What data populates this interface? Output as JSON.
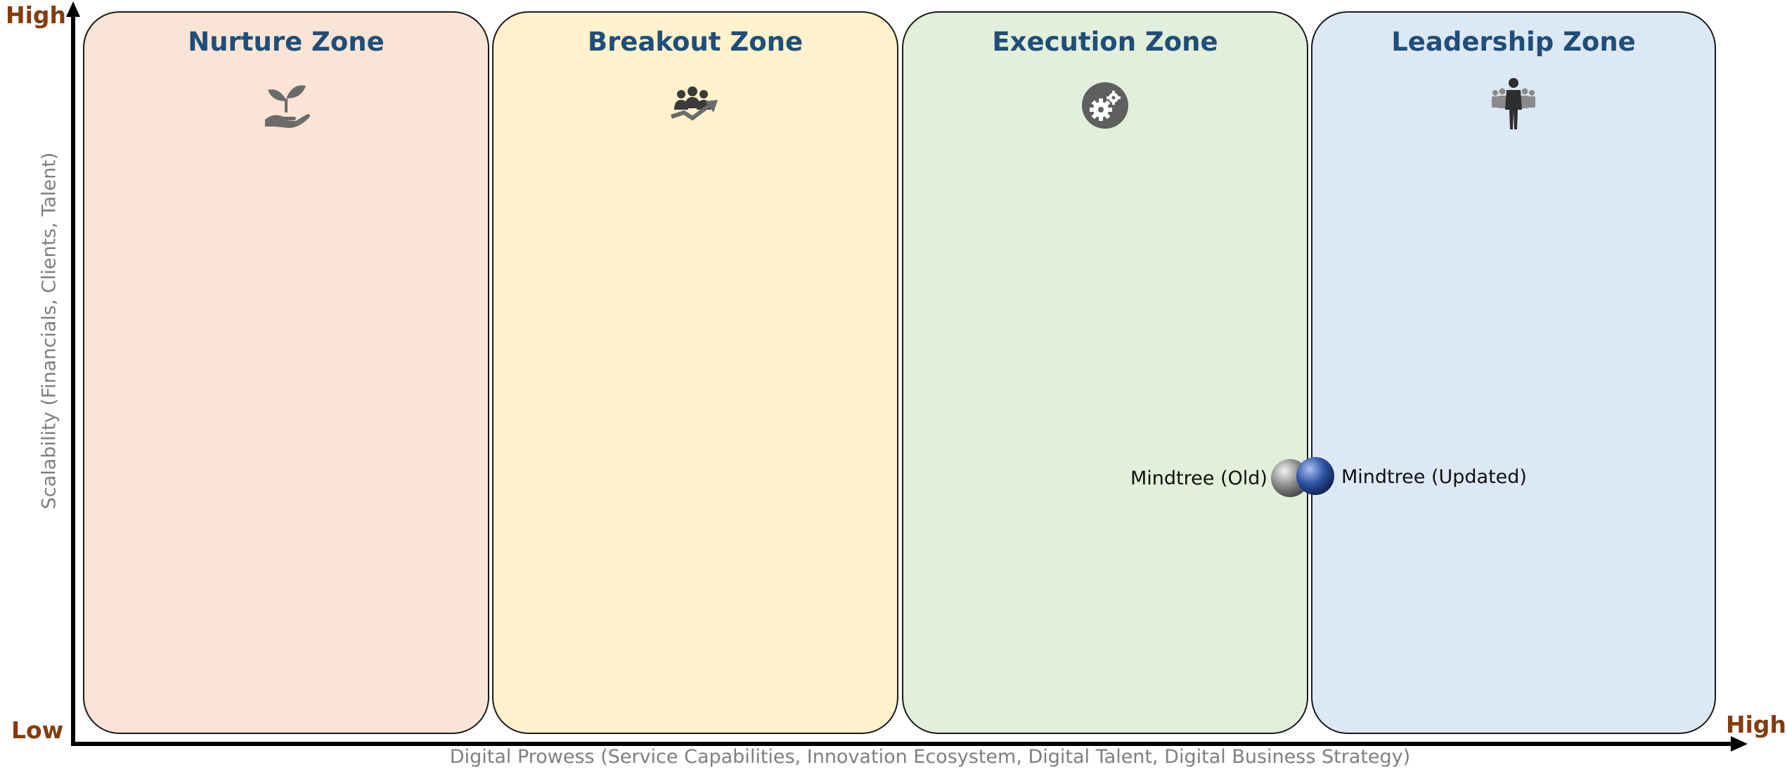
{
  "zones": [
    {
      "title": "Nurture Zone",
      "icon": "hand-plant-icon",
      "fill": "#fae4d6"
    },
    {
      "title": "Breakout Zone",
      "icon": "group-growth-icon",
      "fill": "#fff2cc"
    },
    {
      "title": "Execution Zone",
      "icon": "gears-icon",
      "fill": "#e2efda"
    },
    {
      "title": "Leadership Zone",
      "icon": "leader-team-icon",
      "fill": "#dde8f5"
    }
  ],
  "axes": {
    "y_high": "High",
    "y_low": "Low",
    "x_high": "High",
    "y_title": "Scalability (Financials, Clients, Talent)",
    "x_title": "Digital Prowess (Service Capabilities, Innovation Ecosystem, Digital Talent, Digital Business Strategy)"
  },
  "points": [
    {
      "label": "Mindtree (Old)",
      "color": "#8c8c8c"
    },
    {
      "label": "Mindtree (Updated)",
      "color": "#2f55a4"
    }
  ],
  "colors": {
    "axis": "#000000",
    "corner_label": "#843c0c",
    "zone_title": "#1f4e79",
    "icon": "#6b6b6b"
  }
}
